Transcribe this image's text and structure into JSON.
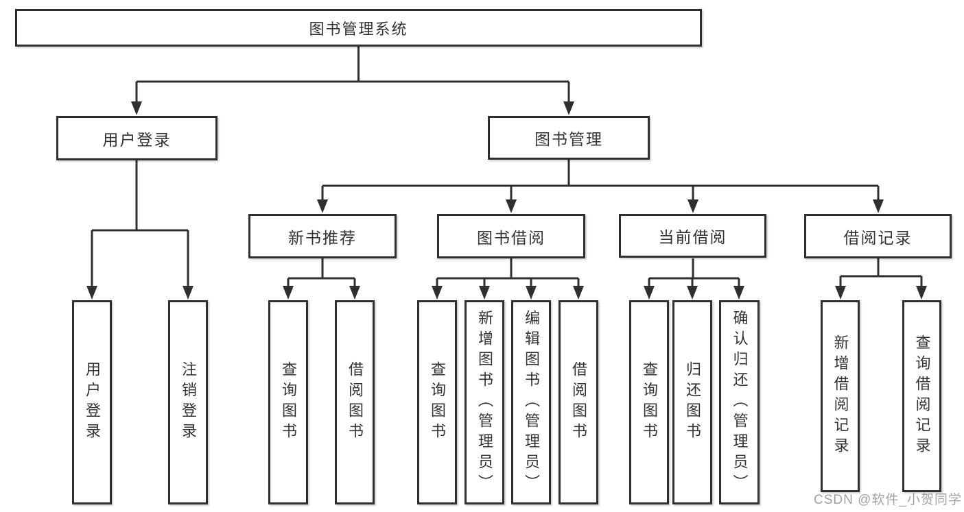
{
  "diagram": {
    "root": {
      "label": "图书管理系统"
    },
    "level2": [
      {
        "label": "用户登录"
      },
      {
        "label": "图书管理"
      }
    ],
    "level3": [
      {
        "label": "新书推荐"
      },
      {
        "label": "图书借阅"
      },
      {
        "label": "当前借阅"
      },
      {
        "label": "借阅记录"
      }
    ],
    "leaves": [
      {
        "label": "用户登录"
      },
      {
        "label": "注销登录"
      },
      {
        "label": "查询图书"
      },
      {
        "label": "借阅图书"
      },
      {
        "label": "查询图书"
      },
      {
        "label": "新增图书（管理员）"
      },
      {
        "label": "编辑图书（管理员）"
      },
      {
        "label": "借阅图书"
      },
      {
        "label": "查询图书"
      },
      {
        "label": "归还图书"
      },
      {
        "label": "确认归还（管理员）"
      },
      {
        "label": "新增借阅记录"
      },
      {
        "label": "查询借阅记录"
      }
    ]
  },
  "watermark": {
    "text": "CSDN @软件_小贺同学"
  },
  "colors": {
    "line": "#2f2f2f",
    "box_border": "#2f2f2f",
    "box_fill": "#ffffff",
    "text": "#333333",
    "watermark": "#949494",
    "background": "#ffffff"
  }
}
